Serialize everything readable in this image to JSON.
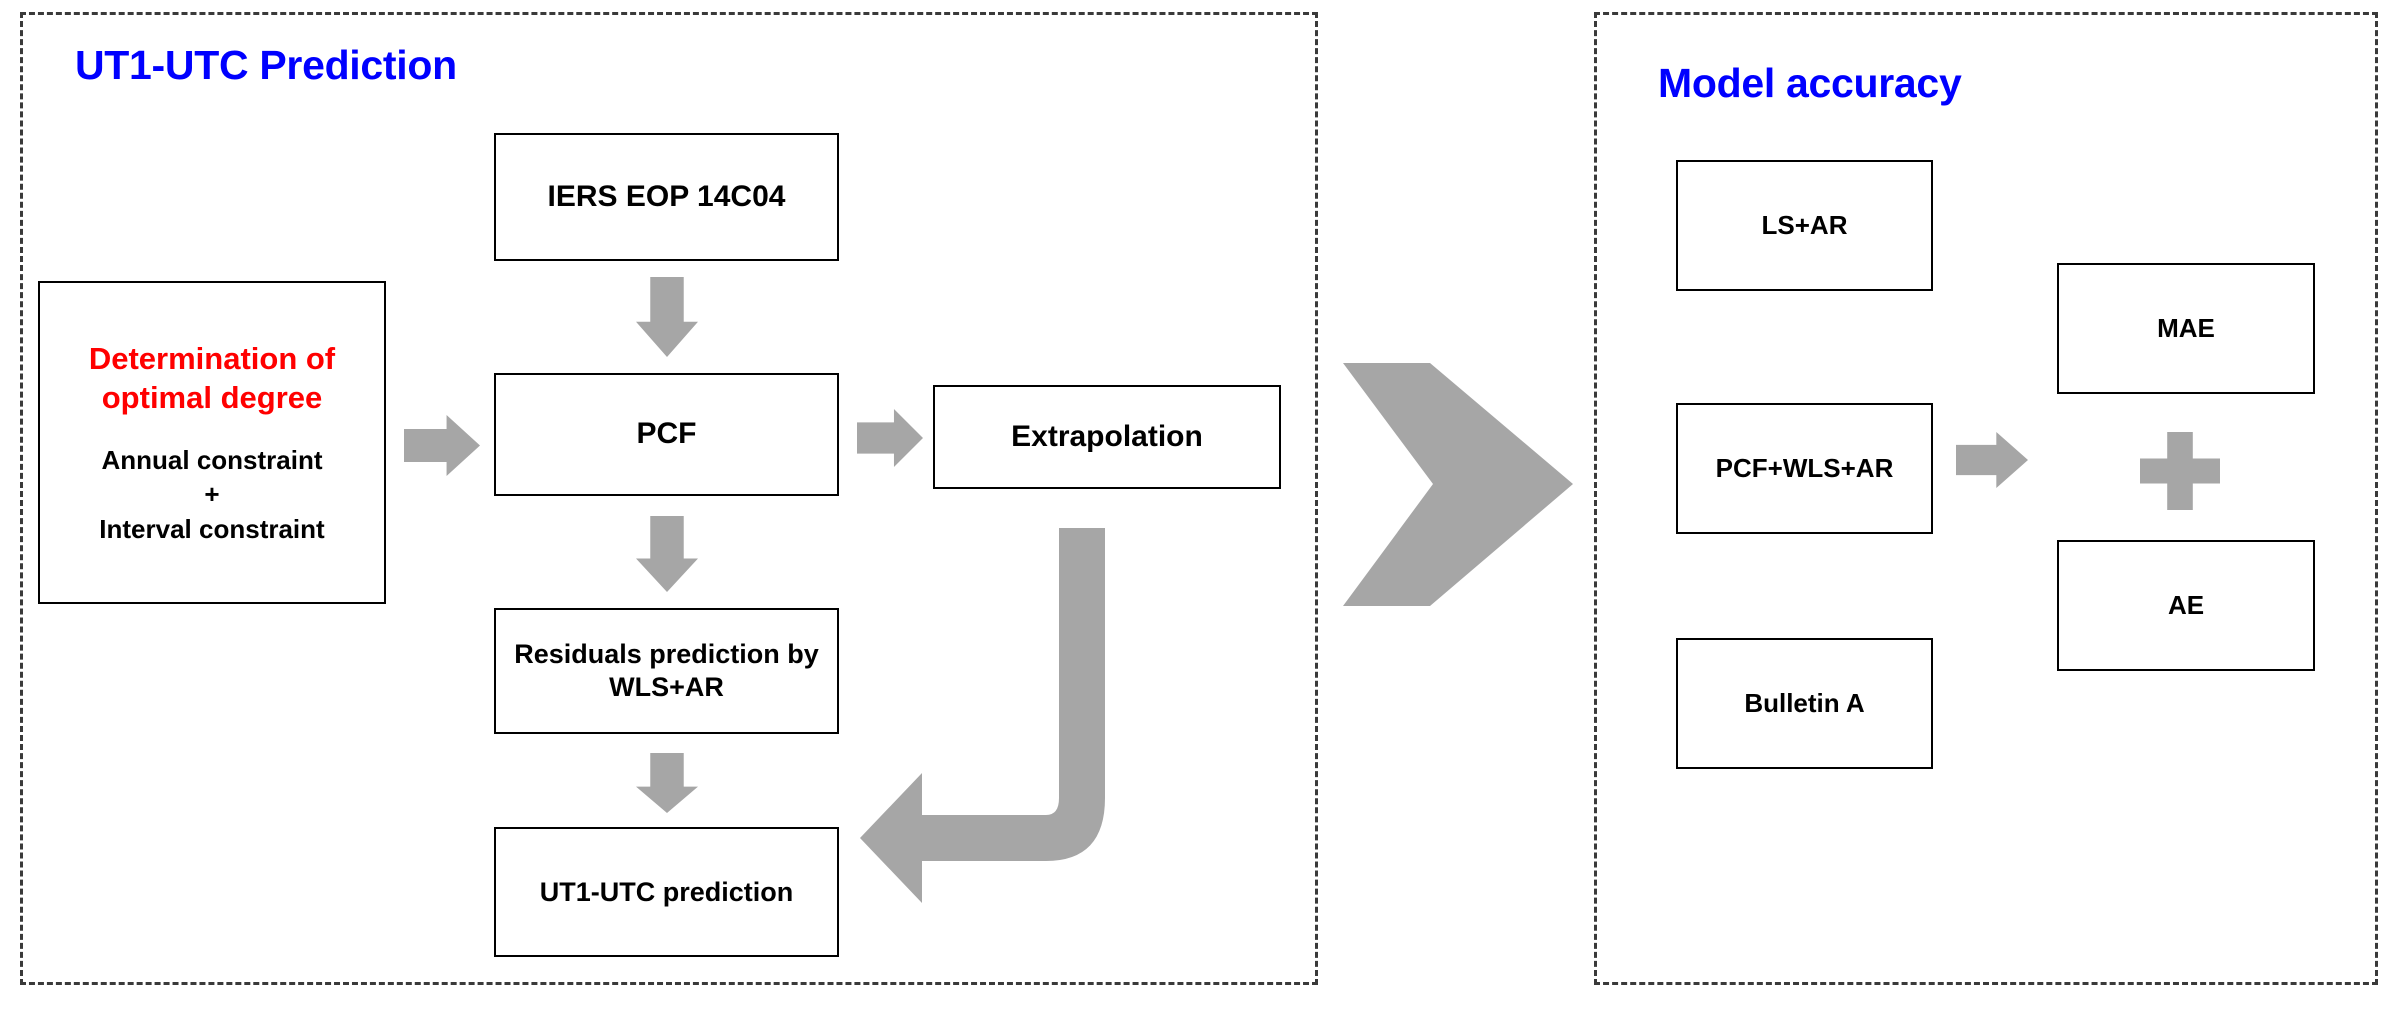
{
  "diagram": {
    "panels": [
      {
        "id": "ut1-utc-prediction",
        "title": "UT1-UTC Prediction",
        "title_color": "#0000FF"
      },
      {
        "id": "model-accuracy",
        "title": "Model accuracy",
        "title_color": "#0000FF"
      }
    ],
    "colors": {
      "title_blue": "#0000FF",
      "emphasis_red": "#FF0000",
      "arrow_grey": "#A6A6A6",
      "node_border": "#000000",
      "panel_border": "#3A3A3A",
      "background": "#FFFFFF"
    },
    "nodes": {
      "determination": {
        "headline": "Determination of optimal degree",
        "headline_color": "#FF0000",
        "line1": "Annual constraint",
        "line2": "+",
        "line3": "Interval constraint"
      },
      "iers": {
        "label": "IERS EOP 14C04"
      },
      "pcf": {
        "label": "PCF"
      },
      "extrapolation": {
        "label": "Extrapolation"
      },
      "residuals": {
        "label": "Residuals prediction by WLS+AR"
      },
      "ut1_prediction": {
        "label": "UT1-UTC prediction"
      },
      "ls_ar": {
        "label": "LS+AR"
      },
      "pcf_wls_ar": {
        "label": "PCF+WLS+AR"
      },
      "bulletin_a": {
        "label": "Bulletin A"
      },
      "mae": {
        "label": "MAE"
      },
      "ae": {
        "label": "AE"
      }
    },
    "connectors": [
      {
        "id": "determination-to-pcf",
        "icon": "arrow-right-icon"
      },
      {
        "id": "iers-to-pcf",
        "icon": "arrow-down-icon"
      },
      {
        "id": "pcf-to-extrapolation",
        "icon": "arrow-right-icon"
      },
      {
        "id": "pcf-to-residuals",
        "icon": "arrow-down-icon"
      },
      {
        "id": "residuals-to-ut1-prediction",
        "icon": "arrow-down-icon"
      },
      {
        "id": "extrapolation-to-ut1-prediction",
        "icon": "curved-return-arrow-icon"
      },
      {
        "id": "left-panel-to-right-panel",
        "icon": "chevron-right-icon"
      },
      {
        "id": "pcf-wls-ar-to-metrics",
        "icon": "arrow-right-icon"
      },
      {
        "id": "mae-plus-ae",
        "icon": "plus-icon"
      }
    ]
  }
}
